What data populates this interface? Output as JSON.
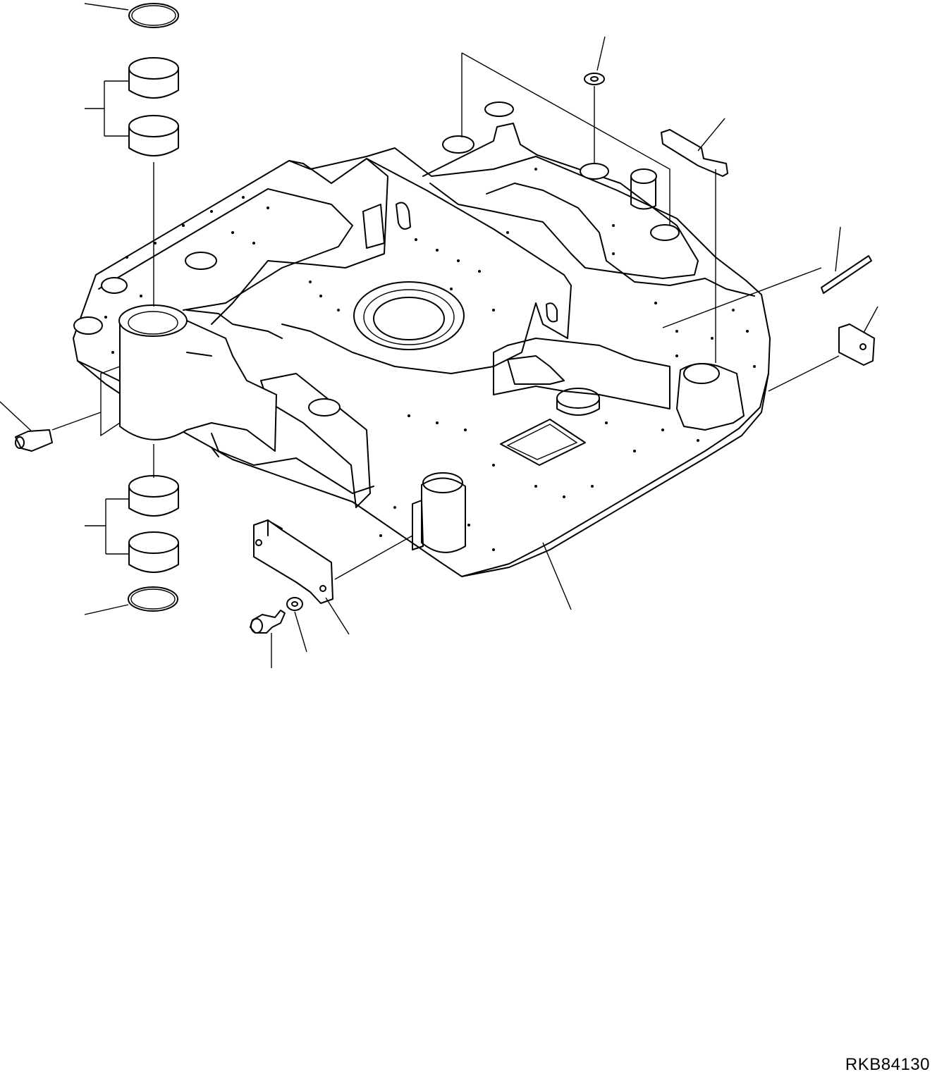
{
  "figure": {
    "code": "RKB84130"
  },
  "parts": [
    {
      "name": "snap-ring-upper"
    },
    {
      "name": "bushing-pair-upper"
    },
    {
      "name": "swing-bracket-boss"
    },
    {
      "name": "grease-fitting"
    },
    {
      "name": "bushing-pair-lower"
    },
    {
      "name": "snap-ring-lower"
    },
    {
      "name": "bolt"
    },
    {
      "name": "washer"
    },
    {
      "name": "cover-plate"
    },
    {
      "name": "revolving-frame"
    },
    {
      "name": "plate-washer"
    },
    {
      "name": "stopper-bar"
    },
    {
      "name": "shim-plate"
    },
    {
      "name": "bracket-block"
    }
  ]
}
